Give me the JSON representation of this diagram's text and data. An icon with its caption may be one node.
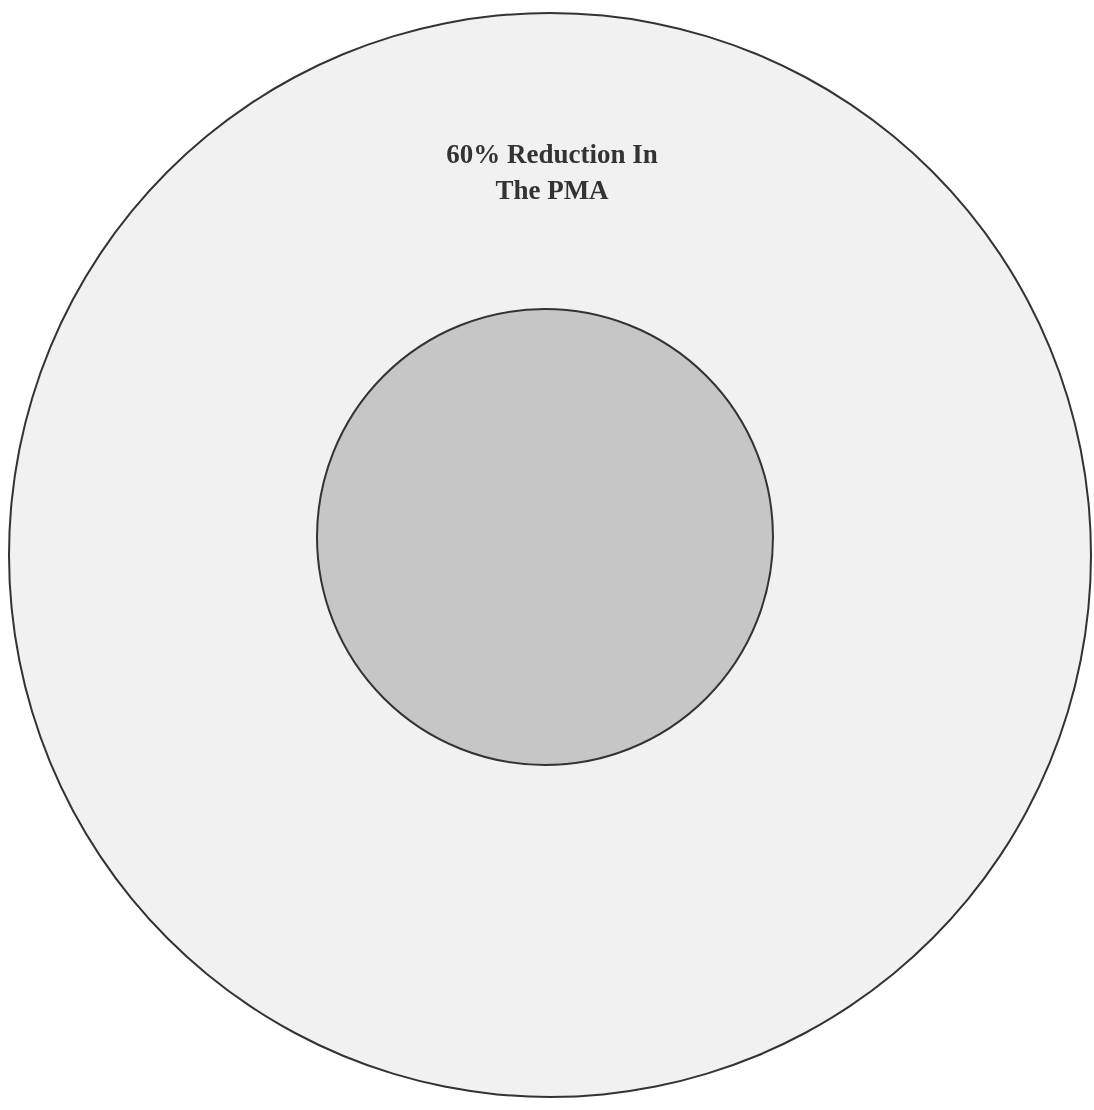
{
  "diagram": {
    "nodes": [
      {
        "text": [
          "60% Reduction In The PMA"
        ]
      },
      {
        "text": [],
        "shape": "circle",
        "in": 0
      }
    ]
  }
}
